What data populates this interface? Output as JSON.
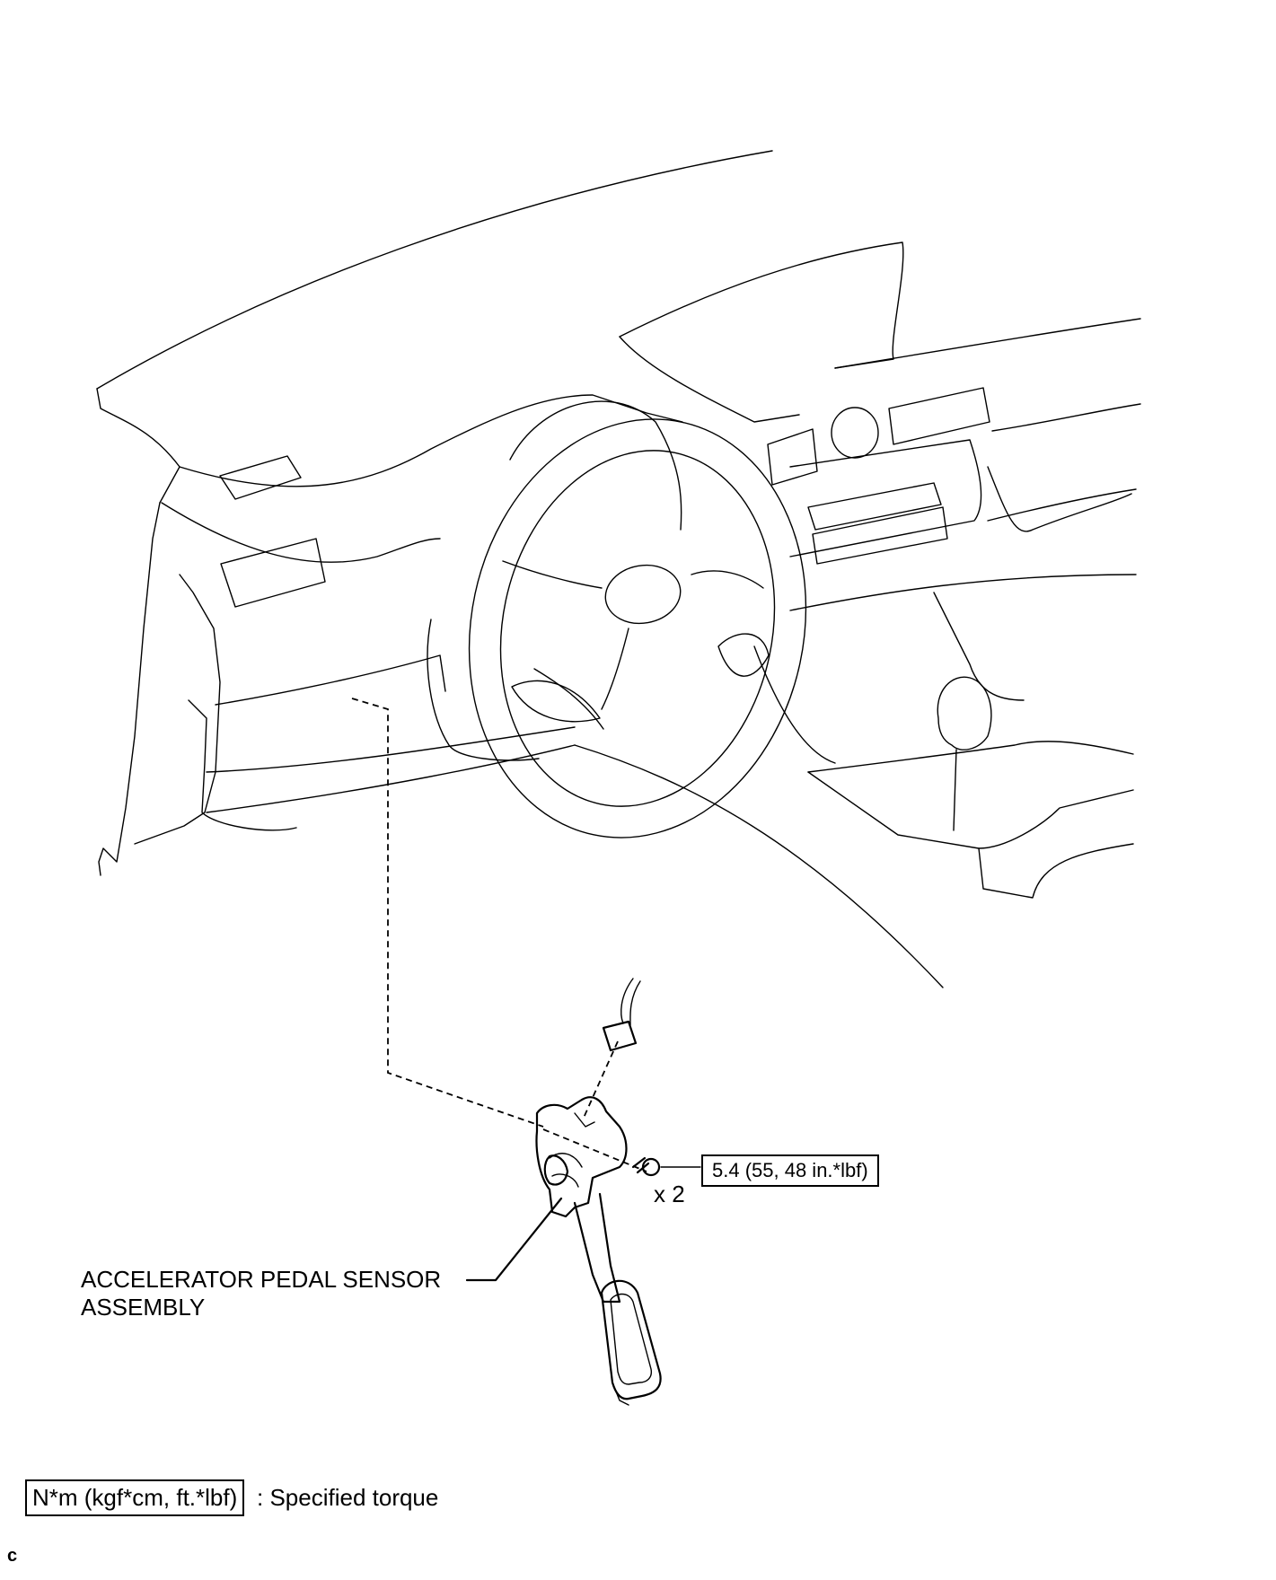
{
  "part_label": {
    "line1": "ACCELERATOR PEDAL SENSOR",
    "line2": "ASSEMBLY"
  },
  "torque_spec": {
    "value": "5.4 (55, 48 in.*lbf)",
    "quantity": "x 2"
  },
  "legend": {
    "units": "N*m (kgf*cm, ft.*lbf)",
    "description": ": Specified torque"
  },
  "corner_mark": "c"
}
